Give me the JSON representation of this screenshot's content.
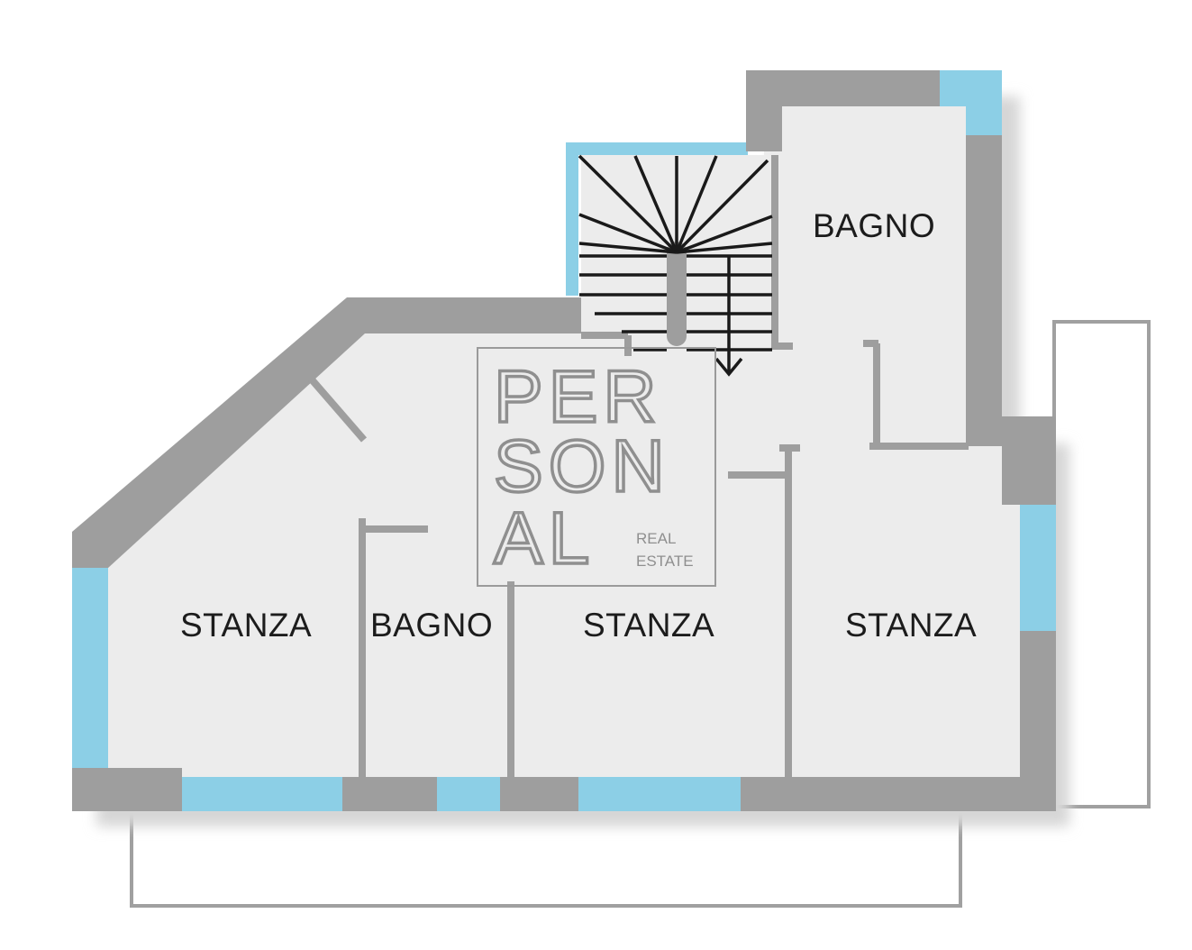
{
  "rooms": {
    "bagno_upper": "BAGNO",
    "stanza_left": "STANZA",
    "bagno_lower": "BAGNO",
    "stanza_center": "STANZA",
    "stanza_right": "STANZA"
  },
  "watermark": {
    "line1": "PER",
    "line2": "SON",
    "line3": "AL",
    "sub1": "REAL",
    "sub2": "ESTATE"
  },
  "colors": {
    "wall": "#9e9e9e",
    "window": "#8ccfe6",
    "floor": "#ececec",
    "outline": "#a0a0a0",
    "stair_lines": "#1a1a1a"
  }
}
